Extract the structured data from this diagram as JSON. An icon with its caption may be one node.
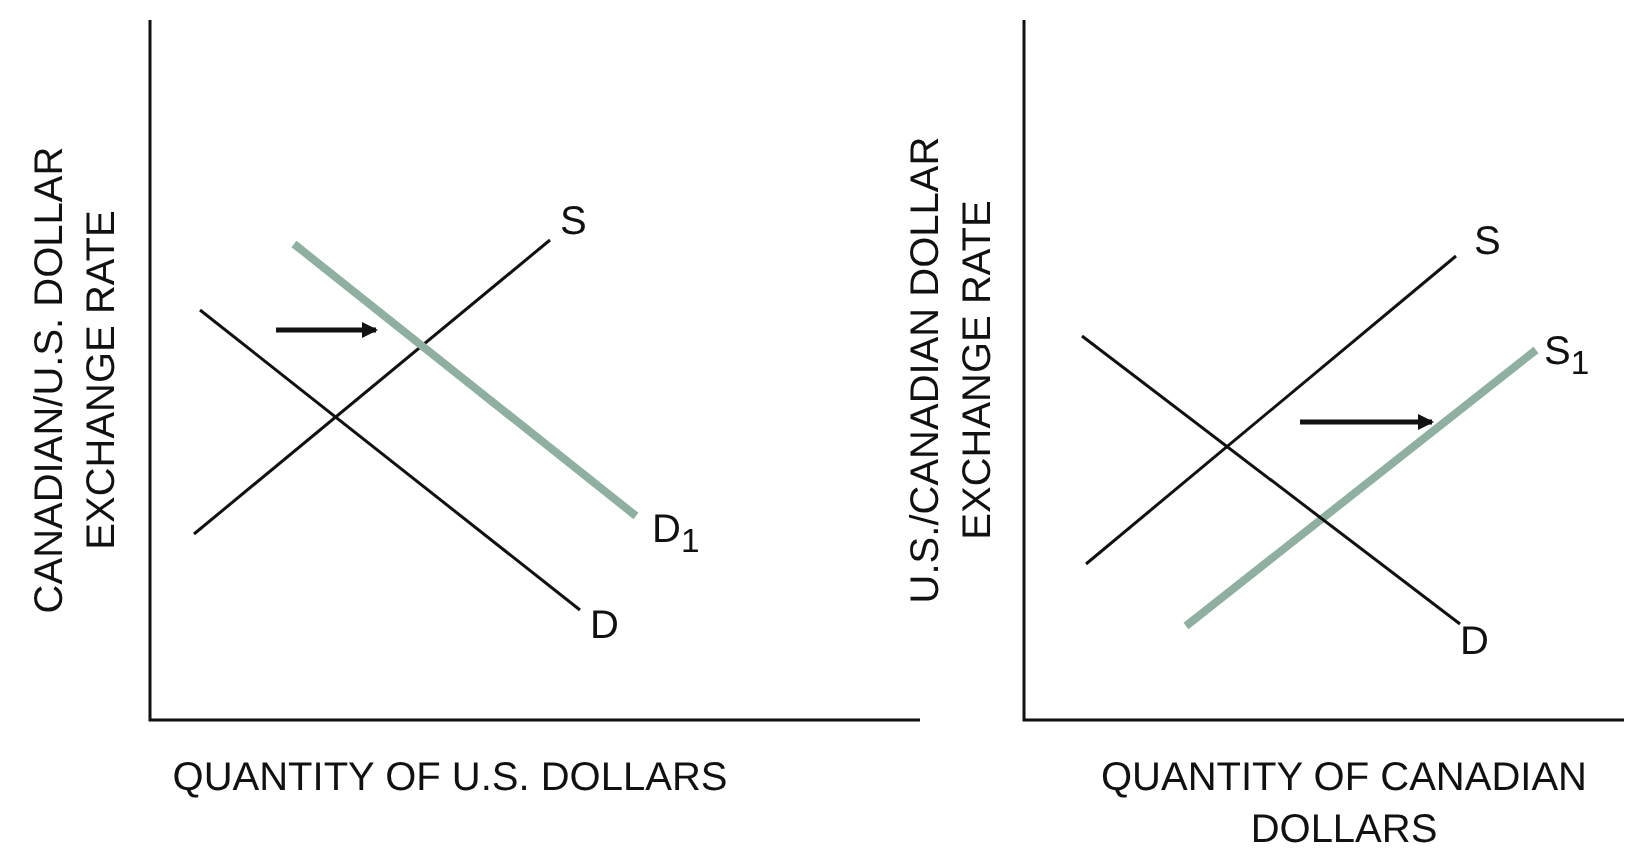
{
  "diagram": {
    "labels": [
      "CANADIAN/U.S. DOLLAR EXCHANGE RATE",
      "S",
      "D$_{1}$",
      "D",
      "QUANTITY OF U.S. DOLLARS",
      "U.S./CANADIAN DOLLAR EXCHANGE RATE",
      "S",
      "S$_{1}$",
      "D",
      "QUANTITY OF CANADIAN DOLLARS"
    ]
  }
}
